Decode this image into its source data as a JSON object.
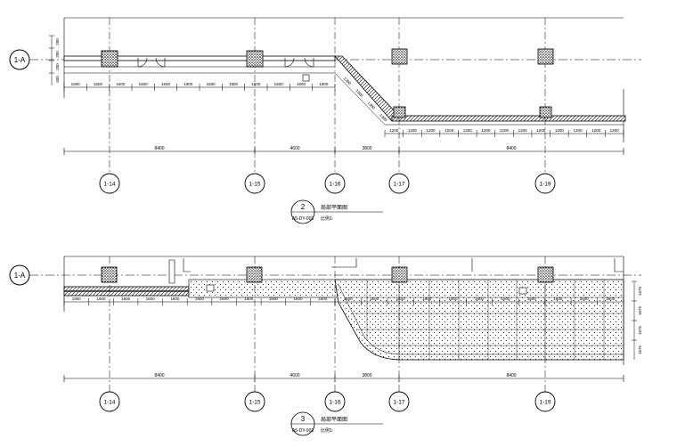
{
  "colors": {
    "ink": "#000000",
    "paper": "#ffffff",
    "hatch": "#555555"
  },
  "row_marker": "1-A",
  "top_plan": {
    "dims_left": [
      "1900",
      "1600",
      "1600",
      "1600",
      "1600",
      "1900",
      "1600",
      "1900",
      "1600",
      "1600",
      "1600",
      "1900"
    ],
    "dims_ramp": [
      "1300",
      "1300",
      "1300",
      "1300"
    ],
    "dims_right": [
      "1200",
      "1200",
      "1200",
      "1200",
      "1200",
      "1200",
      "1200",
      "1200",
      "1200",
      "1200",
      "1200",
      "1200",
      "1200"
    ],
    "spans": [
      "8400",
      "4600",
      "3800",
      "8400"
    ],
    "axes": [
      "1-14",
      "1-15",
      "1-16",
      "1-17",
      "1-19"
    ],
    "vdims": [
      "200",
      "200",
      "200",
      "400"
    ],
    "title_no": "2",
    "title_text": "局部平面图",
    "title_ref": "A5-DY-003",
    "title_note": "比例1:"
  },
  "bottom_plan": {
    "dims_left": [
      "1900",
      "1600",
      "1600",
      "1600",
      "1600",
      "1600",
      "1600",
      "1600",
      "1600",
      "1600",
      "1600"
    ],
    "dims_right": [
      "1600",
      "1600",
      "1600",
      "1600",
      "1600",
      "1600",
      "1600",
      "1600",
      "1600",
      "1600",
      "1600"
    ],
    "spans": [
      "8400",
      "4600",
      "3800",
      "8400"
    ],
    "axes": [
      "1-14",
      "1-15",
      "1-16",
      "1-17",
      "1-19"
    ],
    "vdims": [
      "1675",
      "1675",
      "1675",
      "1675"
    ],
    "title_no": "3",
    "title_text": "局部平面图",
    "title_ref": "A5-DY-003",
    "title_note": "比例1:"
  }
}
